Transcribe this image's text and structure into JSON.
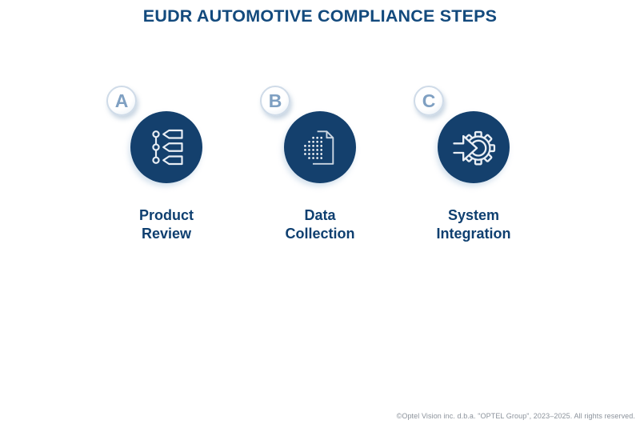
{
  "title": "EUDR AUTOMOTIVE COMPLIANCE STEPS",
  "steps": [
    {
      "letter": "A",
      "label_line1": "Product",
      "label_line2": "Review",
      "icon": "milestone-list-icon"
    },
    {
      "letter": "B",
      "label_line1": "Data",
      "label_line2": "Collection",
      "icon": "dotted-document-icon"
    },
    {
      "letter": "C",
      "label_line1": "System",
      "label_line2": "Integration",
      "icon": "arrow-gear-icon"
    }
  ],
  "footer": {
    "copyright": "©Optel Vision inc. d.b.a. \"OPTEL Group\", 2023–2025. All rights reserved."
  },
  "colors": {
    "navy": "#14406d",
    "title_blue": "#134a7d",
    "label_blue": "#0e3f70",
    "badge_letter_blue": "#7fa0c2",
    "badge_ring": "#cfdbe8",
    "icon_stroke": "#e9eef4",
    "document_outline": "#ccd6e1",
    "footer_gray": "#8b929b"
  }
}
